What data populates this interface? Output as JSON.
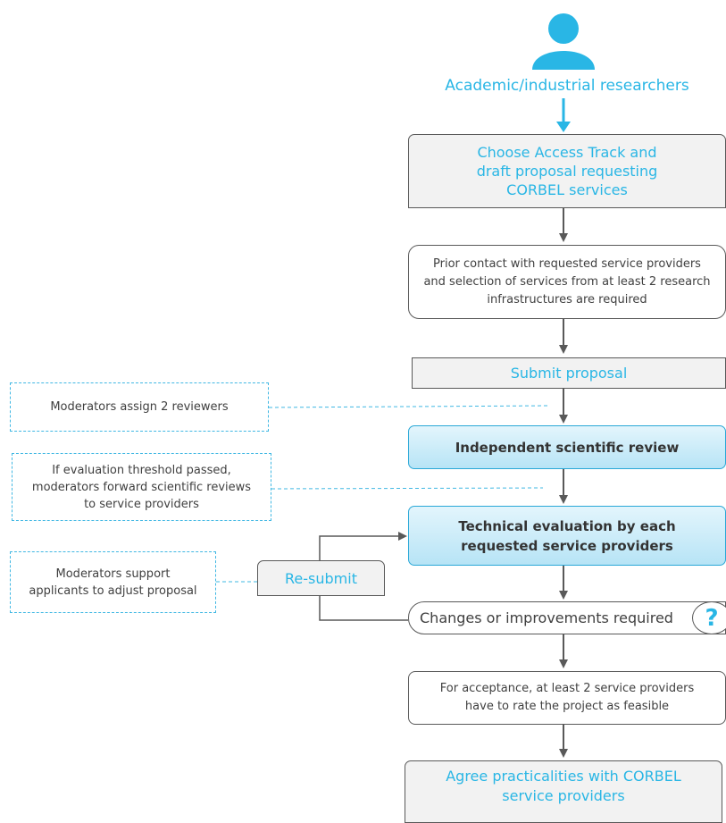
{
  "title": "Academic/industrial researchers",
  "boxes": {
    "choose": "Choose Access Track and\ndraft proposal requesting\nCORBEL services",
    "prior_contact": "Prior contact with requested service providers\nand selection of services from at least 2 research\ninfrastructures are required",
    "submit": "Submit proposal",
    "review": "Independent scientific review",
    "technical": "Technical evaluation by each\nrequested service providers",
    "changes": "Changes or improvements required",
    "changes_mark": "?",
    "acceptance": "For acceptance, at least 2 service providers\nhave to rate the project as feasible",
    "agree": "Agree practicalities with CORBEL\nservice providers",
    "resubmit": "Re-submit"
  },
  "notes": {
    "assign": "Moderators assign 2 reviewers",
    "forward": "If evaluation threshold passed,\nmoderators forward scientific reviews\nto service providers",
    "support": "Moderators support\napplicants to adjust proposal"
  },
  "colors": {
    "accent": "#29b6e5",
    "arrow": "#595959"
  }
}
